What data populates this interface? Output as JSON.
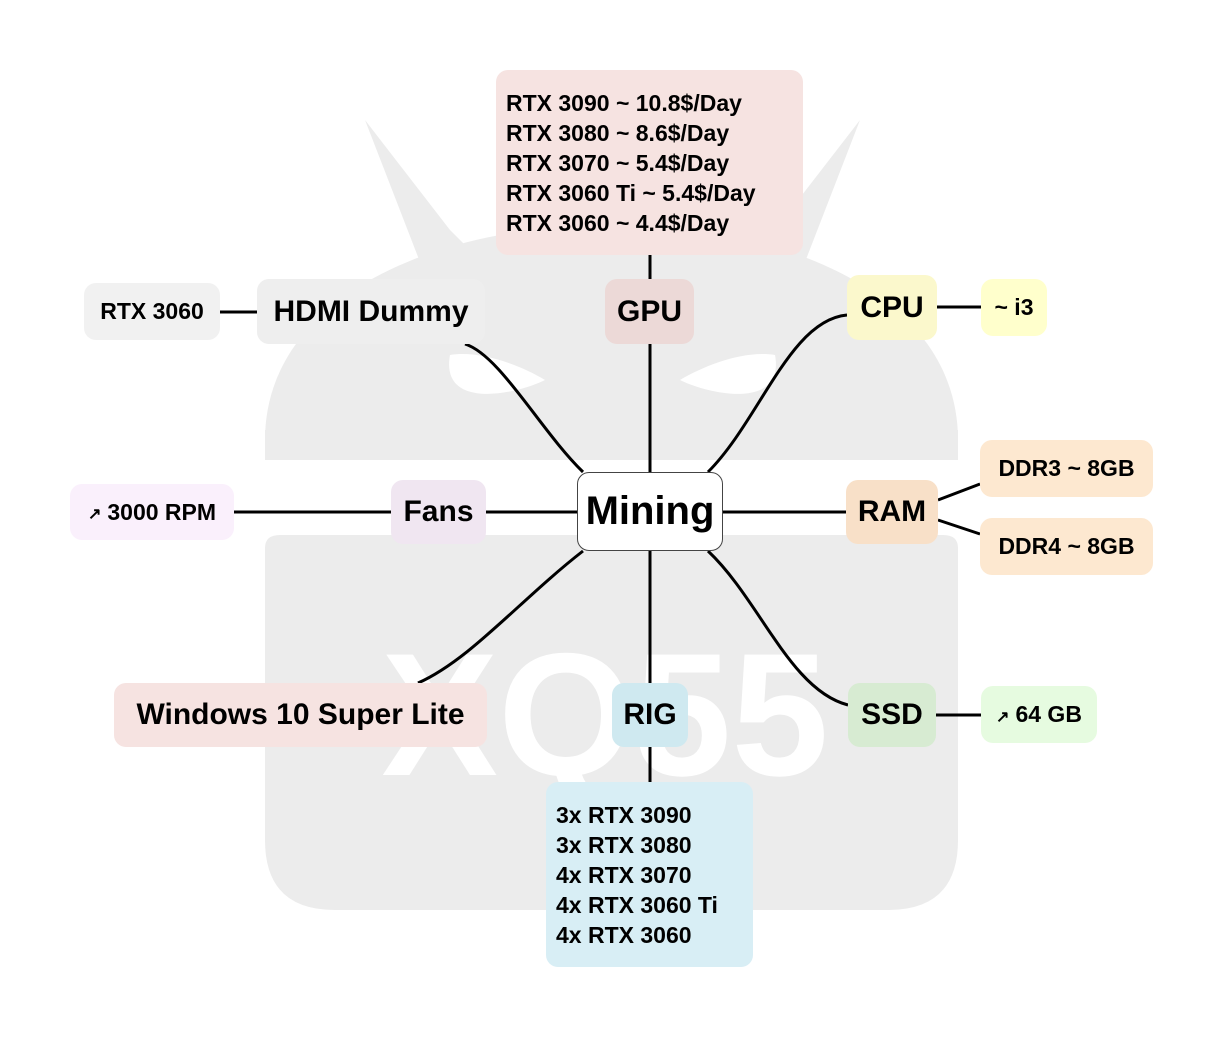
{
  "center": {
    "label": "Mining"
  },
  "colors": {
    "gpu": "#f6e3e1",
    "hdmi": "#eeeeee",
    "rtx3060": "#f1f1f1",
    "cpu": "#fbf8cc",
    "i3": "#ffffcc",
    "fans": "#f0e6f1",
    "rpm": "#faf0fc",
    "ram": "#f8e0c8",
    "ddr": "#fde8d0",
    "windows": "#f6e3e1",
    "rig": "#cfe9f0",
    "rig_box": "#d8eef5",
    "ssd": "#d7ebd2",
    "gb": "#e6fbe0",
    "watermark": "#ececec",
    "edge": "#000000"
  },
  "nodes": {
    "gpu": {
      "label": "GPU",
      "details": [
        "RTX 3090 ~ 10.8$/Day",
        "RTX 3080 ~ 8.6$/Day",
        "RTX 3070 ~ 5.4$/Day",
        "RTX 3060 Ti ~ 5.4$/Day",
        "RTX 3060 ~ 4.4$/Day"
      ]
    },
    "hdmi": {
      "label": "HDMI Dummy",
      "child": "RTX 3060"
    },
    "cpu": {
      "label": "CPU",
      "child": "~ i3"
    },
    "fans": {
      "label": "Fans",
      "child": "3000 RPM",
      "child_icon": "arrow-up-right-icon"
    },
    "ram": {
      "label": "RAM",
      "children": [
        "DDR3 ~ 8GB",
        "DDR4 ~ 8GB"
      ]
    },
    "windows": {
      "label": "Windows 10 Super Lite"
    },
    "rig": {
      "label": "RIG",
      "details": [
        "3x RTX 3090",
        "3x RTX 3080",
        "4x RTX 3070",
        "4x RTX 3060 Ti",
        "4x RTX 3060"
      ]
    },
    "ssd": {
      "label": "SSD",
      "child": "64 GB",
      "child_icon": "arrow-up-right-icon"
    }
  },
  "watermark": {
    "text": "XQ55"
  }
}
